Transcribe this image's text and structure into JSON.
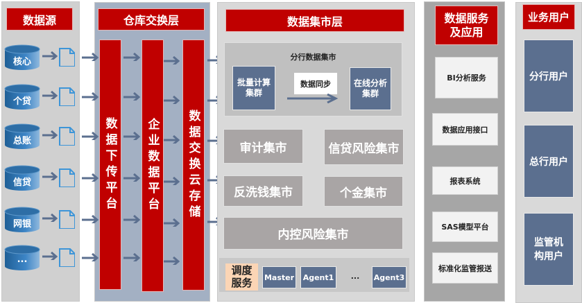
{
  "sources": {
    "title": "数据源",
    "items": [
      "核心",
      "个贷",
      "总账",
      "信贷",
      "网银",
      "..."
    ]
  },
  "warehouse": {
    "title": "仓库交换层",
    "columns": [
      "数据下传平台",
      "企业数据平台",
      "数据交换云存储"
    ]
  },
  "datamart": {
    "title": "数据集市层",
    "branch": {
      "title": "分行数据集市",
      "batch": "批量计算集群",
      "sync": "数据同步",
      "online": "在线分析集群"
    },
    "marts": [
      "审计集市",
      "信贷风险集市",
      "反洗钱集市",
      "个金集市",
      "内控风险集市"
    ],
    "scheduler": {
      "label": "调度服务",
      "nodes": [
        "Master",
        "Agent1",
        "...",
        "Agent3"
      ]
    }
  },
  "services": {
    "title": "数据服务及应用",
    "items": [
      "BI分析服务",
      "数据应用接口",
      "报表系统",
      "SAS模型平台",
      "标准化监管报送"
    ]
  },
  "users": {
    "title": "业务用户",
    "items": [
      "分行用户",
      "总行用户",
      "监管机构用户"
    ]
  },
  "colors": {
    "red": "#c00000",
    "slate": "#5b6f8f",
    "arrow": "#5b6f8f"
  }
}
